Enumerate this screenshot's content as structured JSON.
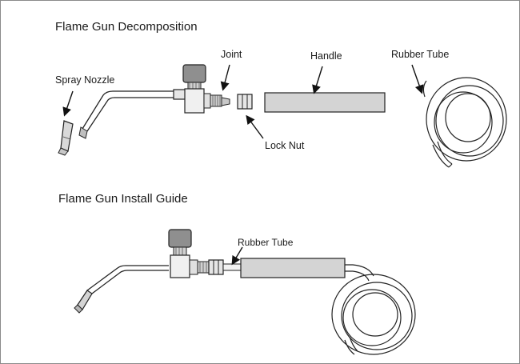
{
  "decomposition": {
    "title": "Flame Gun Decomposition",
    "labels": {
      "spray_nozzle": "Spray Nozzle",
      "joint": "Joint",
      "handle": "Handle",
      "rubber_tube": "Rubber Tube",
      "lock_nut": "Lock Nut"
    }
  },
  "install_guide": {
    "title": "Flame Gun Install Guide",
    "labels": {
      "rubber_tube": "Rubber Tube"
    }
  }
}
